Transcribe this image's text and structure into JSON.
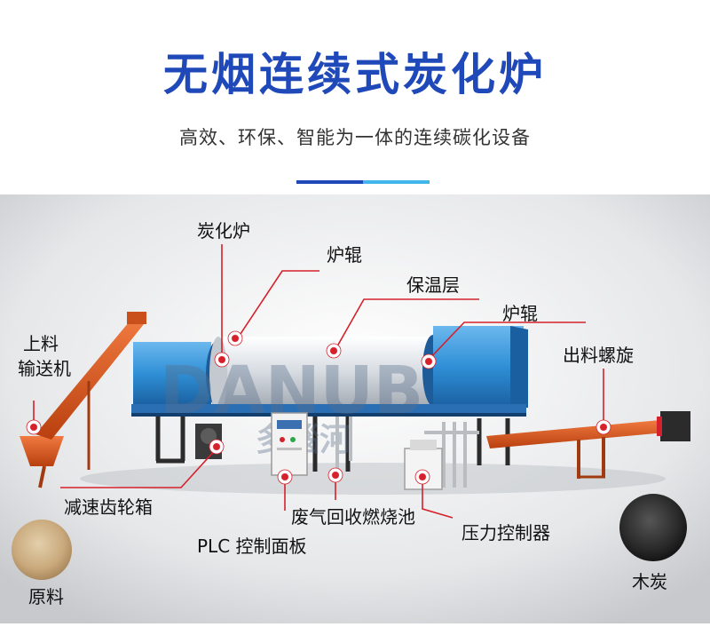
{
  "title": "无烟连续式炭化炉",
  "subtitle": "高效、环保、智能为一体的连续碳化设备",
  "watermark": {
    "latin": "DANUB",
    "cjk": "多瑙河"
  },
  "labels": {
    "carbonizer": "炭化炉",
    "roller_1": "炉辊",
    "insulation": "保温层",
    "roller_2": "炉辊",
    "feeder_line1": "上料",
    "feeder_line2": "输送机",
    "discharge_screw": "出料螺旋",
    "gearbox": "减速齿轮箱",
    "gas_recovery": "废气回收燃烧池",
    "plc_panel": "PLC 控制面板",
    "pressure_controller": "压力控制器",
    "raw_material": "原料",
    "charcoal": "木炭"
  },
  "colors": {
    "title_blue": "#1f48b8",
    "accent_cyan": "#41b6ea",
    "leader_red": "#d6202b",
    "drum_blue": "#2f8fd6",
    "drum_silver": "#d8dde3",
    "conveyor_orange": "#e0561f"
  }
}
